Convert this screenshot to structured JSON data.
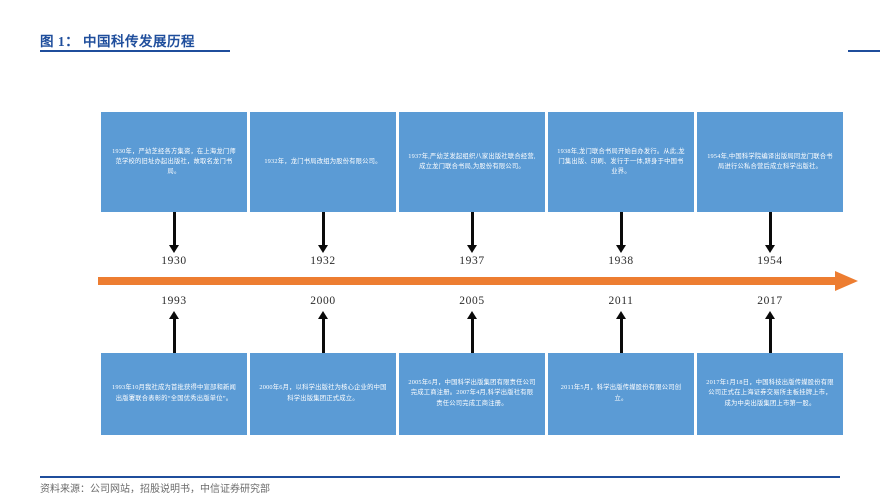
{
  "figure": {
    "title": "图 1： 中国科传发展历程",
    "source": "资料来源：公司网站，招股说明书，中信证券研究部"
  },
  "colors": {
    "title_blue": "#1F4E9C",
    "box_blue": "#5B9BD5",
    "axis_orange": "#ED7D31",
    "connector_black": "#0A0A0A",
    "year_text": "#2B2B2B"
  },
  "timeline": {
    "direction": "left-to-right",
    "arrow_icon": "arrow-right-icon",
    "top_events": [
      {
        "year": "1930",
        "text": "1930年，严幼芝经各方集资，在上海龙门师范学校的旧址办起出版社，故取名龙门书局。"
      },
      {
        "year": "1932",
        "text": "1932年，龙门书局改组为股份有限公司。"
      },
      {
        "year": "1937",
        "text": "1937年,严幼芝发起组织八家出版社联合经营,成立龙门联合书局,为股份有限公司。"
      },
      {
        "year": "1938",
        "text": "1938年,龙门联合书局开始自办发行。从此,龙门集出版、印刷、发行于一体,跻身于中国书业界。"
      },
      {
        "year": "1954",
        "text": "1954年,中国科学院编译出版局同龙门联合书局进行公私合营后成立科学出版社。"
      }
    ],
    "bottom_events": [
      {
        "year": "1993",
        "text": "1993年10月我社成为首批获得中宣部和新闻出版署联合表彰的“全国优秀出版单位”。"
      },
      {
        "year": "2000",
        "text": "2000年6月，以科学出版社为核心企业的中国科学出版集团正式成立。"
      },
      {
        "year": "2005",
        "text": "2005年6月，中国科学出版集团有限责任公司完成工商注册。2007年4月,科学出版社有限责任公司完成工商注册。"
      },
      {
        "year": "2011",
        "text": "2011年5月，科学出版传媒股份有限公司创立。"
      },
      {
        "year": "2017",
        "text": "2017年1月18日，中国科技出版传媒股份有限公司正式在上海证券交易所主板挂牌上市，成为中央出版集团上市第一股。"
      }
    ]
  }
}
